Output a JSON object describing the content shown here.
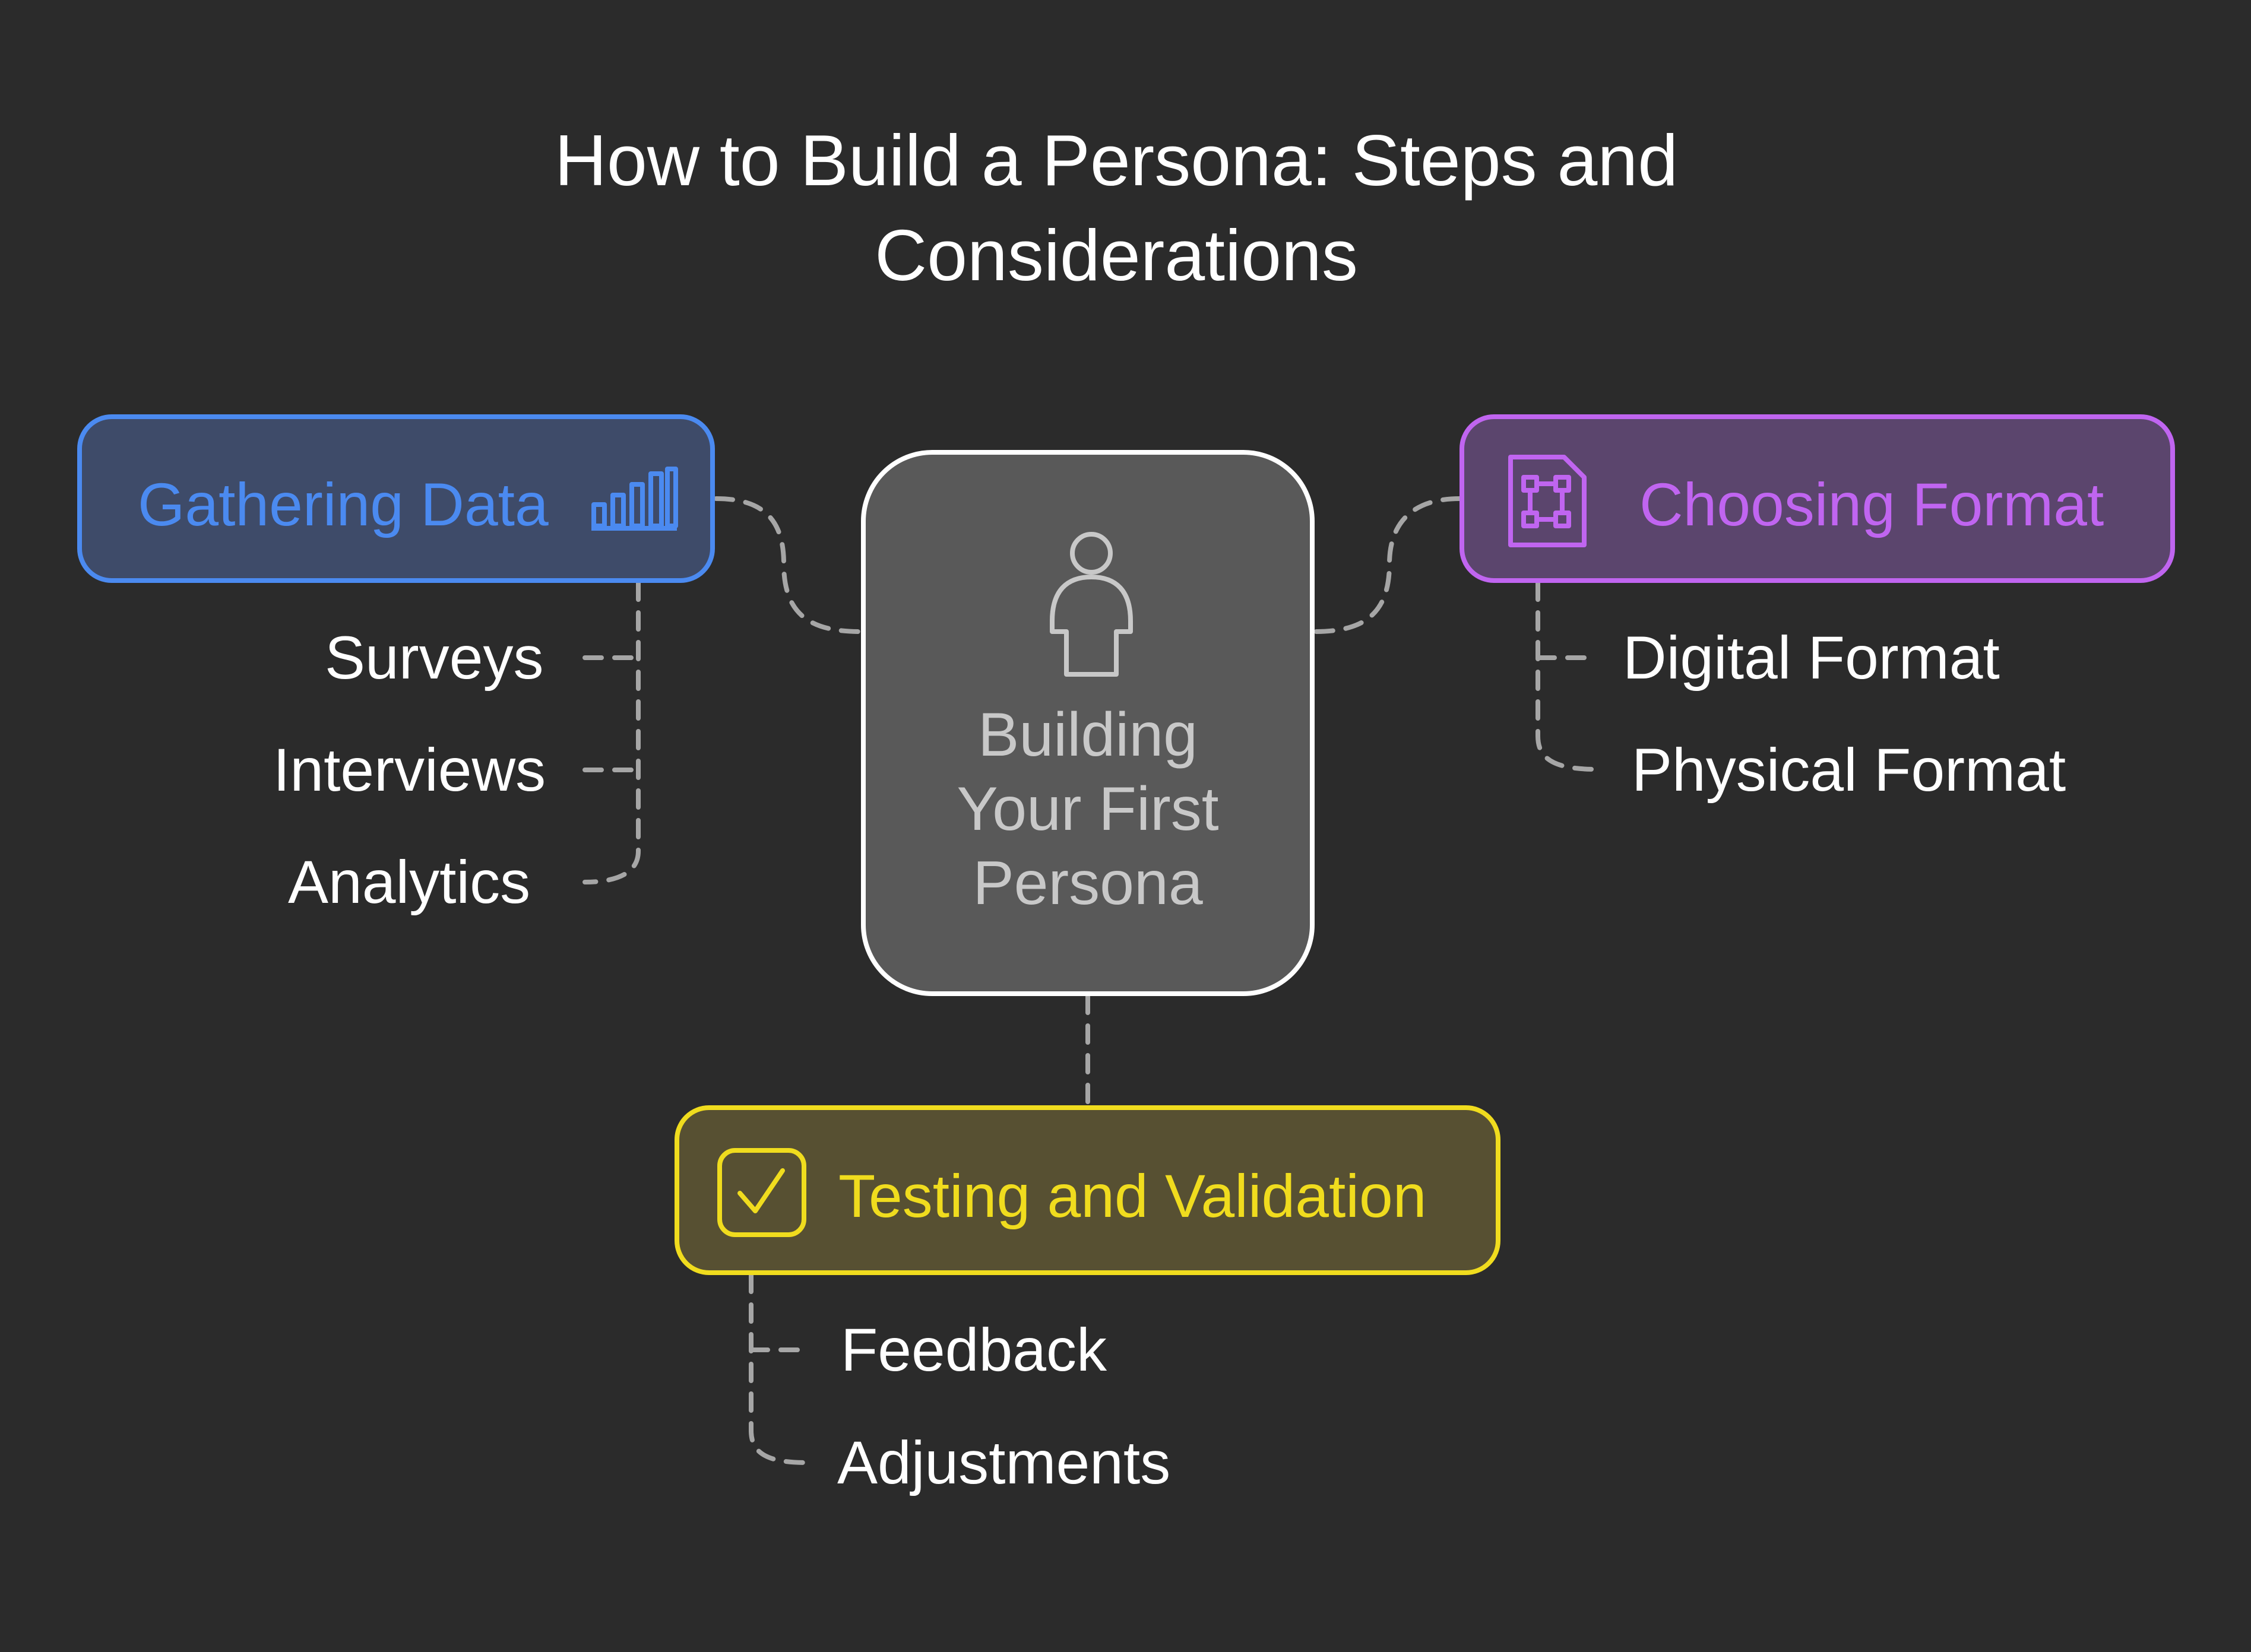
{
  "title": {
    "line1": "How to Build a Persona: Steps and",
    "line2": "Considerations"
  },
  "center": {
    "line1": "Building",
    "line2": "Your First",
    "line3": "Persona",
    "icon": "person-icon"
  },
  "gathering": {
    "label": "Gathering Data",
    "icon": "bar-chart-icon",
    "items": [
      "Surveys",
      "Interviews",
      "Analytics"
    ]
  },
  "format": {
    "label": "Choosing Format",
    "icon": "file-frame-icon",
    "items": [
      "Digital Format",
      "Physical Format"
    ]
  },
  "testing": {
    "label": "Testing and Validation",
    "icon": "checkbox-icon",
    "items": [
      "Feedback",
      "Adjustments"
    ]
  },
  "colors": {
    "background": "#2b2b2b",
    "gathering": "#4b8af0",
    "format": "#c065f0",
    "testing": "#f0dc1e",
    "center": "#ffffff",
    "connector": "#a6a6a6"
  }
}
